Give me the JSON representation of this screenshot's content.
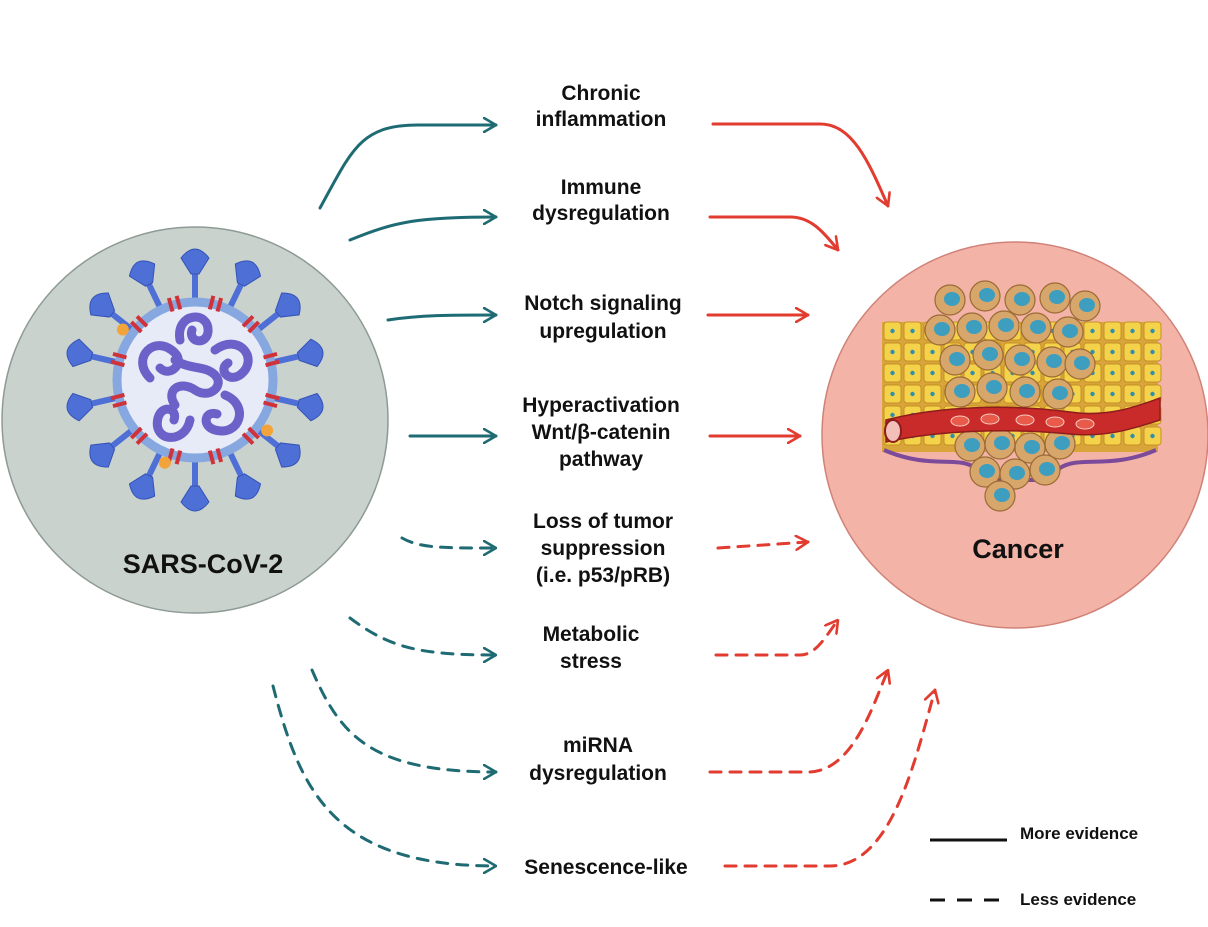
{
  "source": {
    "label": "SARS-CoV-2"
  },
  "target": {
    "label": "Cancer"
  },
  "colors": {
    "left_arrow": "#1e6b73",
    "right_arrow": "#e23b2f",
    "virus_bg": "#c9d2cd",
    "cancer_bg": "#f3b3a7",
    "spike": "#4d6fd6",
    "envelope": "#86a7e0",
    "rna": "#6c61c8",
    "membrane_protein": "#d0323a",
    "accessory": "#f2a33a"
  },
  "mechanisms": [
    {
      "lines": [
        "Chronic",
        "inflammation"
      ],
      "evidence": "more"
    },
    {
      "lines": [
        "Immune",
        "dysregulation"
      ],
      "evidence": "more"
    },
    {
      "lines": [
        "Notch signaling",
        "upregulation"
      ],
      "evidence": "more"
    },
    {
      "lines": [
        "Hyperactivation",
        "Wnt/β-catenin",
        "pathway"
      ],
      "evidence": "more"
    },
    {
      "lines": [
        "Loss of tumor",
        "suppression",
        "(i.e. p53/pRB)"
      ],
      "evidence": "less"
    },
    {
      "lines": [
        "Metabolic",
        "stress"
      ],
      "evidence": "less"
    },
    {
      "lines": [
        "miRNA",
        "dysregulation"
      ],
      "evidence": "less"
    },
    {
      "lines": [
        "Senescence-like"
      ],
      "evidence": "less"
    }
  ],
  "legend": {
    "more": "More evidence",
    "less": "Less evidence"
  }
}
